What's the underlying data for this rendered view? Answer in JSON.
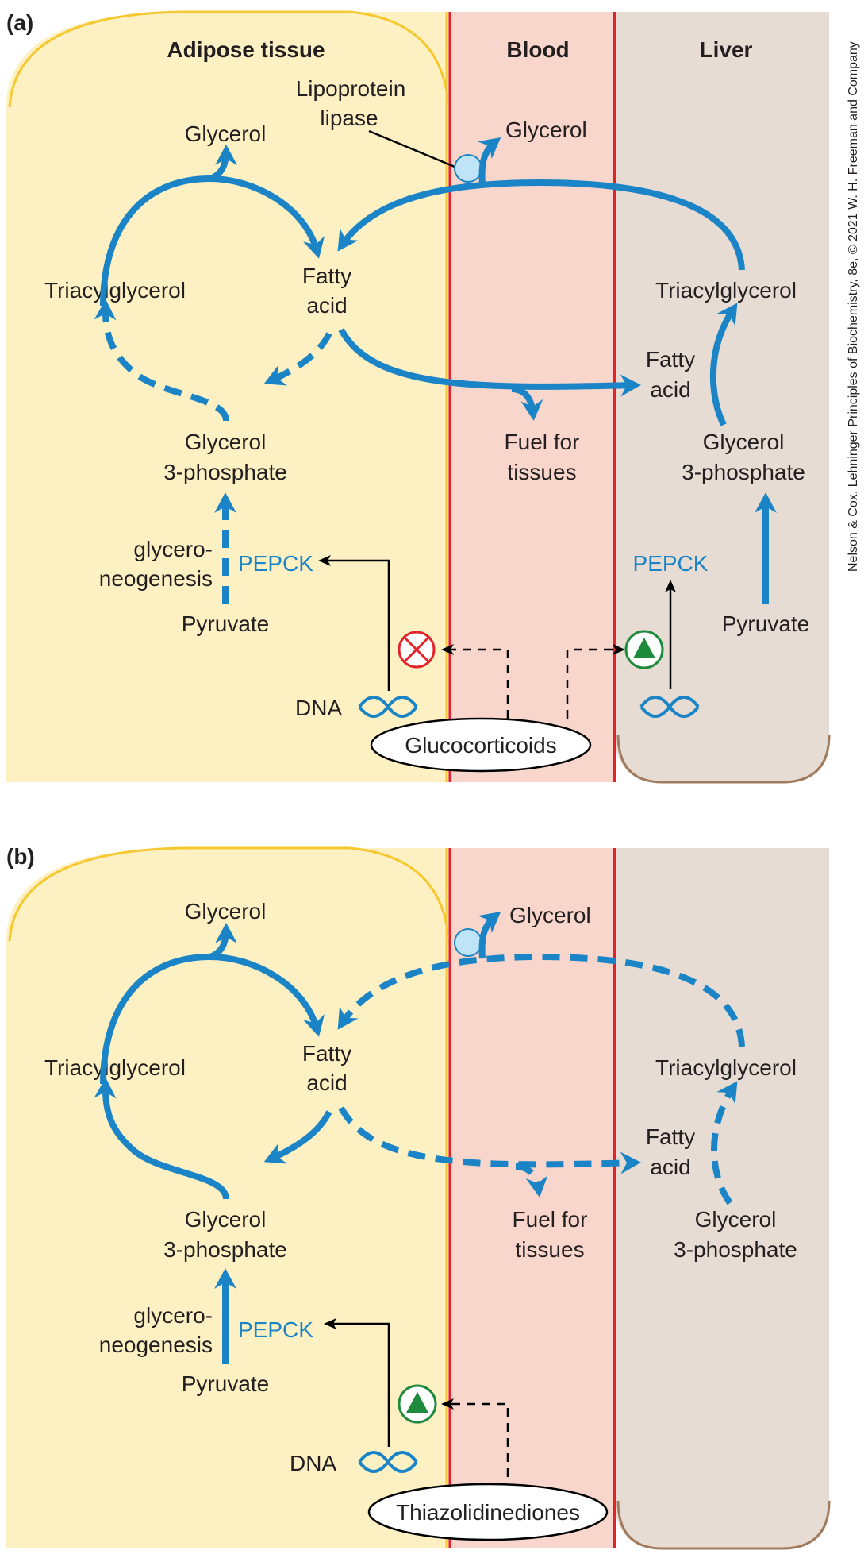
{
  "credit": "Nelson & Cox, Lehninger Principles of Biochemistry, 8e, © 2021 W. H. Freeman and Company",
  "colors": {
    "adipose": "#fdf1c4",
    "adipose_border": "#f6c830",
    "blood": "#f9d6cb",
    "liver": "#e7dcd3",
    "liver_border": "#a07b5d",
    "membrane_red": "#e3232a",
    "pathway_blue": "#1b84c6",
    "inhibit_red": "#e3232a",
    "activate_green": "#1e8a3c"
  },
  "panel_a": {
    "label": "(a)",
    "headers": {
      "adipose": "Adipose tissue",
      "blood": "Blood",
      "liver": "Liver"
    },
    "adipose": {
      "glycerol": "Glycerol",
      "triacylglycerol": "Triacylglycerol",
      "fatty_acid_1": "Fatty",
      "fatty_acid_2": "acid",
      "g3p_1": "Glycerol",
      "g3p_2": "3-phosphate",
      "glyceroneo_1": "glycero-",
      "glyceroneo_2": "neogenesis",
      "pepck": "PEPCK",
      "pyruvate": "Pyruvate",
      "dna": "DNA"
    },
    "blood": {
      "lipoprotein_1": "Lipoprotein",
      "lipoprotein_2": "lipase",
      "glycerol": "Glycerol",
      "fuel_1": "Fuel for",
      "fuel_2": "tissues",
      "drug": "Glucocorticoids"
    },
    "liver": {
      "triacylglycerol": "Triacylglycerol",
      "fatty_acid_1": "Fatty",
      "fatty_acid_2": "acid",
      "g3p_1": "Glycerol",
      "g3p_2": "3-phosphate",
      "pepck": "PEPCK",
      "pyruvate": "Pyruvate"
    }
  },
  "panel_b": {
    "label": "(b)",
    "adipose": {
      "glycerol": "Glycerol",
      "triacylglycerol": "Triacylglycerol",
      "fatty_acid_1": "Fatty",
      "fatty_acid_2": "acid",
      "g3p_1": "Glycerol",
      "g3p_2": "3-phosphate",
      "glyceroneo_1": "glycero-",
      "glyceroneo_2": "neogenesis",
      "pepck": "PEPCK",
      "pyruvate": "Pyruvate",
      "dna": "DNA"
    },
    "blood": {
      "glycerol": "Glycerol",
      "fuel_1": "Fuel for",
      "fuel_2": "tissues",
      "drug": "Thiazolidinediones"
    },
    "liver": {
      "triacylglycerol": "Triacylglycerol",
      "fatty_acid_1": "Fatty",
      "fatty_acid_2": "acid",
      "g3p_1": "Glycerol",
      "g3p_2": "3-phosphate"
    }
  }
}
